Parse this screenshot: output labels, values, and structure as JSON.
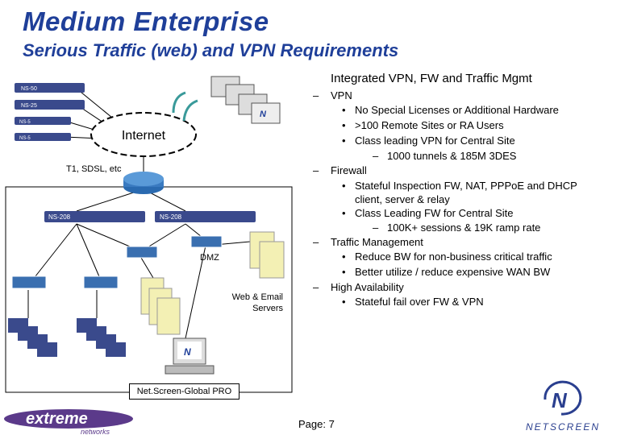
{
  "title": "Medium Enterprise",
  "subtitle": "Serious Traffic (web) and VPN Requirements",
  "integrated_heading": "Integrated VPN, FW and Traffic Mgmt",
  "bullets": [
    {
      "level": 1,
      "text": "VPN"
    },
    {
      "level": 2,
      "text": "No Special Licenses or Additional Hardware"
    },
    {
      "level": 2,
      "text": ">100 Remote Sites or RA Users"
    },
    {
      "level": 2,
      "text": "Class leading VPN for Central Site"
    },
    {
      "level": 3,
      "text": "1000 tunnels & 185M 3DES"
    },
    {
      "level": 1,
      "text": "Firewall"
    },
    {
      "level": 2,
      "text": "Stateful Inspection FW, NAT, PPPoE and DHCP client, server & relay"
    },
    {
      "level": 2,
      "text": "Class Leading FW for Central Site"
    },
    {
      "level": 3,
      "text": "100K+ sessions & 19K ramp rate"
    },
    {
      "level": 1,
      "text": "Traffic Management"
    },
    {
      "level": 2,
      "text": "Reduce BW for non-business critical traffic"
    },
    {
      "level": 2,
      "text": "Better utilize / reduce expensive WAN BW"
    },
    {
      "level": 1,
      "text": "High Availability"
    },
    {
      "level": 2,
      "text": "Stateful fail over FW & VPN"
    }
  ],
  "diagram": {
    "internet_label": "Internet",
    "link_label": "T1, SDSL, etc",
    "dmz_label": "DMZ",
    "servers_label_line1": "Web & Email",
    "servers_label_line2": "Servers",
    "device_labels": [
      "NS-50",
      "NS-25",
      "NS-5",
      "NS-5"
    ],
    "firewall_labels": [
      "NS-208",
      "NS-208"
    ],
    "management_label": "Net.Screen-Global PRO"
  },
  "footer": {
    "page": "Page: 7",
    "netscreen_logo_text": "NETSCREEN",
    "extreme_logo_text": "extreme",
    "extreme_logo_sub": "networks"
  },
  "colors": {
    "title": "#1f3f99",
    "device": "#3a4a8c",
    "switch": "#3a6fb0",
    "server": "#f3f0b4"
  }
}
